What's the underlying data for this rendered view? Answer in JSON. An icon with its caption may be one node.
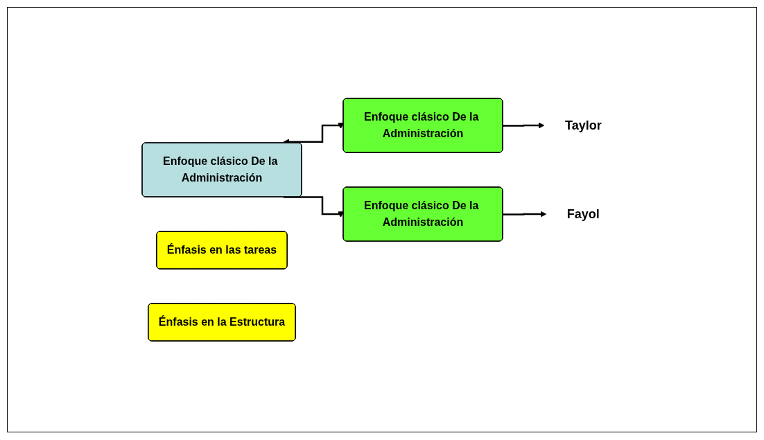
{
  "diagram": {
    "nodes": [
      {
        "text": [
          "Enfoque clásico De la Administración"
        ]
      },
      {
        "text": [
          "Enfoque clásico De la Administración"
        ]
      },
      {
        "text": [
          "Taylor"
        ]
      },
      {
        "text": [
          "Énfasis en las tareas"
        ]
      },
      {
        "text": [
          "Enfoque clásico De la Administración"
        ]
      },
      {
        "text": [
          "Fayol"
        ]
      },
      {
        "text": [
          "Énfasis en la Estructura"
        ]
      }
    ],
    "edges": [
      {
        "from": 0,
        "to": 1,
        "arrow": "both"
      },
      {
        "from": 1,
        "to": 2,
        "arrow": "to"
      },
      {
        "from": 0,
        "to": 4,
        "arrow": "to"
      },
      {
        "from": 4,
        "to": 5,
        "arrow": "to"
      }
    ]
  }
}
